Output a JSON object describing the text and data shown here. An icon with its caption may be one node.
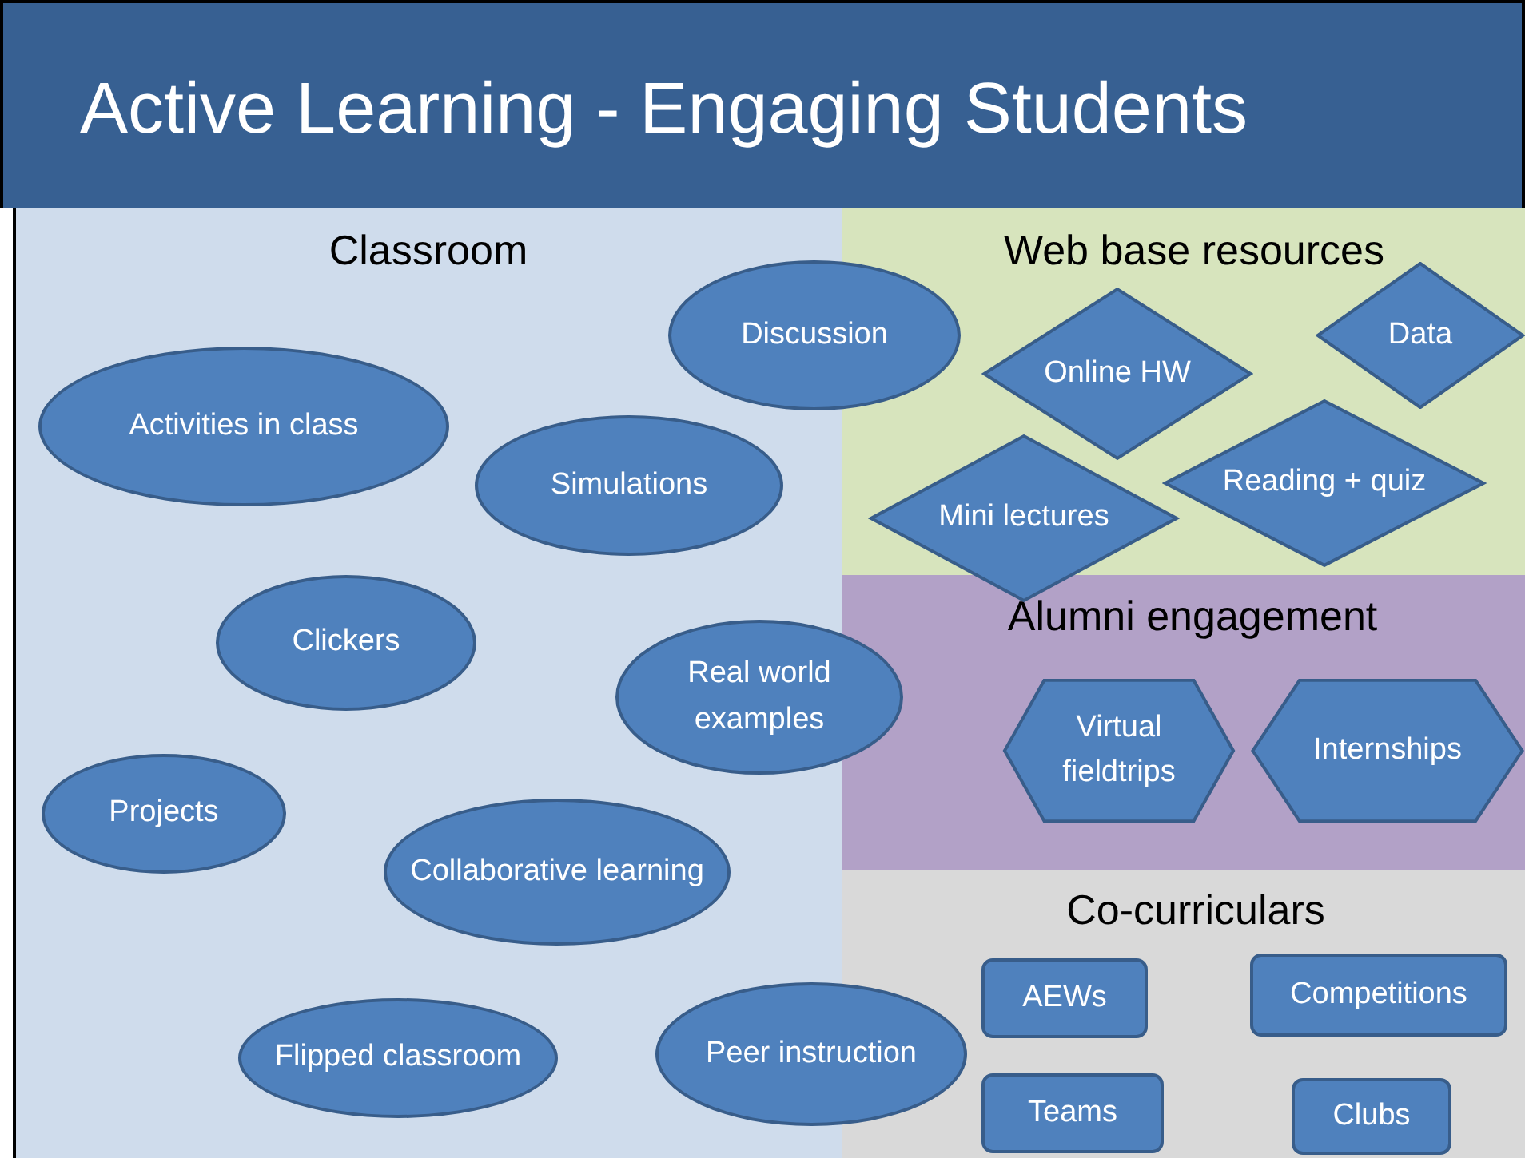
{
  "diagram": {
    "title": "Active Learning - Engaging Students",
    "nodes": [
      {
        "text": [
          "Classroom"
        ]
      },
      {
        "text": [
          "Discussion"
        ]
      },
      {
        "text": [
          "Activities in class"
        ],
        "in": 0
      },
      {
        "text": [
          "Simulations"
        ],
        "in": 0
      },
      {
        "text": [
          "Clickers"
        ],
        "in": 0
      },
      {
        "text": [
          "Real world examples"
        ]
      },
      {
        "text": [
          "Projects"
        ],
        "in": 0
      },
      {
        "text": [
          "Collaborative learning"
        ],
        "in": 0
      },
      {
        "text": [
          "Flipped classroom"
        ],
        "in": 0
      },
      {
        "text": [
          "Peer instruction"
        ]
      },
      {
        "text": [
          "Web base resources"
        ]
      },
      {
        "text": [
          "Online HW"
        ],
        "in": 10
      },
      {
        "text": [
          "Data"
        ],
        "in": 10
      },
      {
        "text": [
          "Mini lectures"
        ],
        "in": 10
      },
      {
        "text": [
          "Reading + quiz"
        ],
        "in": 10
      },
      {
        "text": [
          "Alumni engagement"
        ]
      },
      {
        "text": [
          "Virtual fieldtrips"
        ],
        "in": 15
      },
      {
        "text": [
          "Internships"
        ],
        "in": 15
      },
      {
        "text": [
          "Co-curriculars"
        ]
      },
      {
        "text": [
          "AEWs"
        ],
        "in": 18
      },
      {
        "text": [
          "Competitions"
        ],
        "in": 18
      },
      {
        "text": [
          "Teams"
        ],
        "in": 18
      },
      {
        "text": [
          "Clubs"
        ],
        "in": 18
      }
    ],
    "edges": []
  }
}
